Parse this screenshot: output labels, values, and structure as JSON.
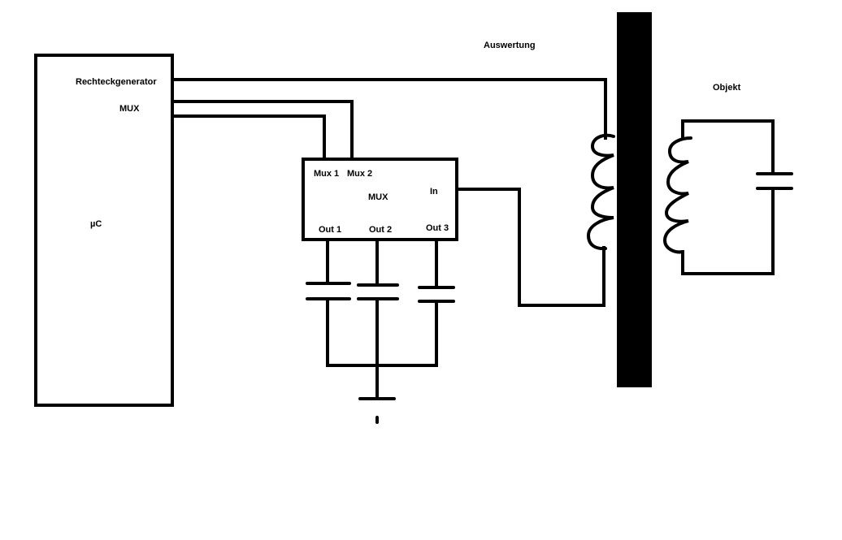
{
  "labels": {
    "microcontroller": "µC",
    "square_wave_generator": "Rechteckgenerator",
    "mcu_mux": "MUX",
    "mux_block": "MUX",
    "mux1": "Mux 1",
    "mux2": "Mux 2",
    "in": "In",
    "out1": "Out 1",
    "out2": "Out 2",
    "out3": "Out 3",
    "evaluation": "Auswertung",
    "object": "Objekt"
  },
  "colors": {
    "stroke": "#000000",
    "background": "#ffffff",
    "core": "#000000"
  }
}
